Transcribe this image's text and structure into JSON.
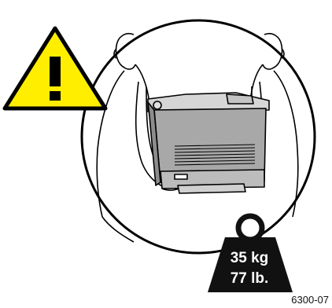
{
  "figure": {
    "warning_icon": "warning-triangle-icon",
    "weight_icon": "weight-icon",
    "weight_kg": "35 kg",
    "weight_lb": "77 lb.",
    "figure_id": "6300-07"
  },
  "colors": {
    "warning_yellow": "#ffee00",
    "outline": "#000000",
    "printer_gray": "#a8a8a8",
    "weight_black": "#111111"
  }
}
